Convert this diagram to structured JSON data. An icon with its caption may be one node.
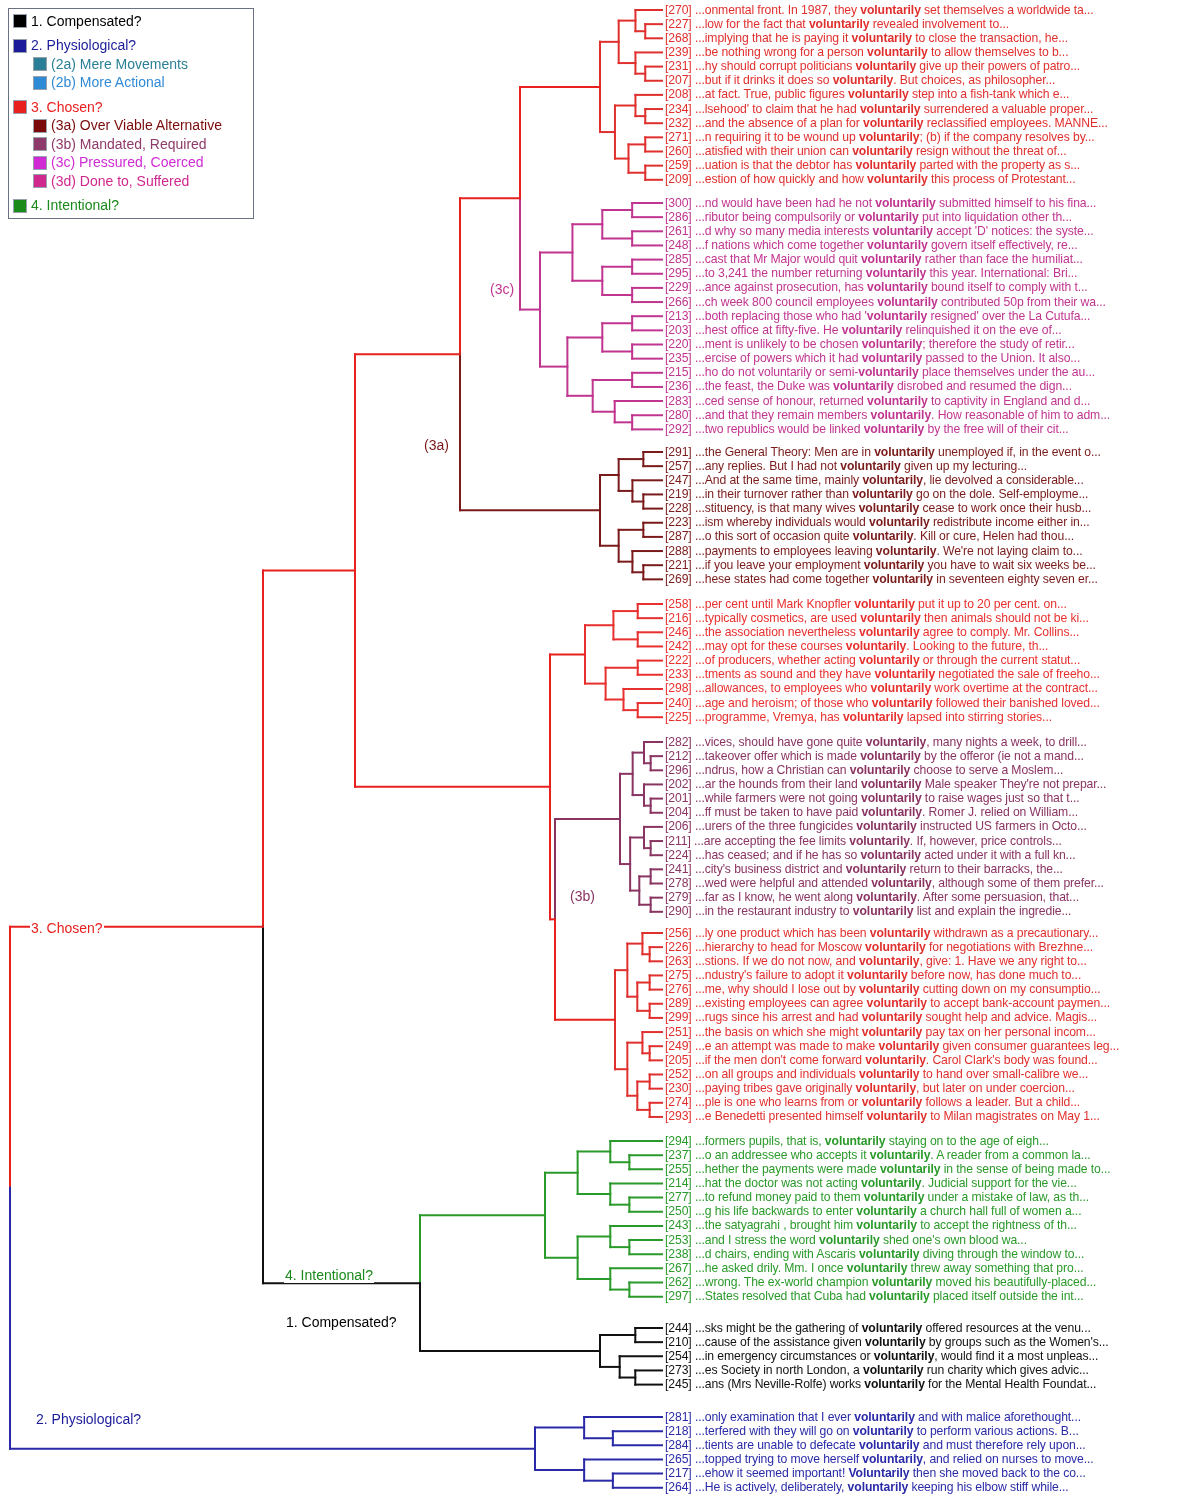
{
  "diagram": {
    "labels": [
      "(3c)",
      "(3a)",
      "3. Chosen?",
      "(3b)",
      "4. Intentional?",
      "1. Compensated?",
      "2. Physiological?",
      "[270] ...onmental front. In 1987, they **voluntarily** set themselves a worldwide ta...",
      "[227] ...low for the fact that **voluntarily** revealed involvement to...",
      "[268] ...implying that he is paying it **voluntarily** to close the transaction, he...",
      "[239] ...be nothing wrong for a person **voluntarily** to allow themselves to b...",
      "[231] ...hy should corrupt politicians **voluntarily** give up their powers of patro...",
      "[207] ...but if it drinks it does so **voluntarily**. But choices, as philosopher...",
      "[208] ...at fact. True, public figures **voluntarily** step into a fish-tank which e...",
      "[234] ...lsehood' to claim that he had **voluntarily** surrendered a valuable proper...",
      "[232] ...and the absence of a plan for **voluntarily** reclassified employees. MANNE...",
      "[271] ...n requiring it to be wound up **voluntarily**; (b) if the company resolves by...",
      "[260] ...atisfied with their union can **voluntarily** resign without the threat of...",
      "[259] ...uation is that the debtor has **voluntarily** parted with the property as s...",
      "[209] ...estion of how quickly and how **voluntarily** this process of Protestant...",
      "[300] ...nd would have been had he not **voluntarily** submitted himself to his fina...",
      "[286] ...ributor being compulsorily or **voluntarily** put into liquidation other th...",
      "[261] ...d why so many media interests **voluntarily** accept 'D' notices: the syste...",
      "[248] ...f nations which come together **voluntarily** govern itself effectively, re...",
      "[285] ...cast that Mr Major would quit **voluntarily** rather than face the humiliat...",
      "[295] ...to 3,241 the number returning **voluntarily** this year. International: Bri...",
      "[229] ...ance against prosecution, has **voluntarily** bound itself to comply with t...",
      "[266] ...ch week 800 council employees **voluntarily** contributed 50p from their wa...",
      "[213] ...both replacing those who had '**voluntarily** resigned' over the La Cutufa...",
      "[203] ...hest office at fifty-five. He **voluntarily** relinquished it on the eve of...",
      "[220] ...ment is unlikely to be chosen **voluntarily**; therefore the study of retir...",
      "[235] ...ercise of powers which it had **voluntarily** passed to the Union. It also...",
      "[215] ...ho do not voluntarily or semi-**voluntarily** place themselves under the au...",
      "[236] ...the feast, the Duke was **voluntarily** disrobed and resumed the dign...",
      "[283] ...ced sense of honour, returned **voluntarily** to captivity in England and d...",
      "[280] ...and that they remain members **voluntarily**. How reasonable of him to adm...",
      "[292] ...two republics would be linked **voluntarily** by the free will of their cit...",
      "[291] ...the General Theory: Men are in **voluntarily** unemployed if, in the event o...",
      "[257] ...any replies. But I had not **voluntarily** given up my lecturing...",
      "[247] ...And at the same time, mainly **voluntarily**, lie devolved a considerable...",
      "[219] ...in their turnover rather than **voluntarily** go on the dole. Self-employme...",
      "[228] ...stituency, is that many wives **voluntarily** cease to work once their husb...",
      "[223] ...ism whereby individuals would **voluntarily** redistribute income either in...",
      "[287] ...o this sort of occasion quite **voluntarily**. Kill or cure, Helen had thou...",
      "[288] ...payments to employees leaving **voluntarily**. We're not laying claim to...",
      "[221] ...if you leave your employment **voluntarily** you have to wait six weeks be...",
      "[269] ...hese states had come together **voluntarily** in seventeen eighty seven er...",
      "[258] ...per cent until Mark Knopfler **voluntarily** put it up to 20 per cent. on...",
      "[216] ...typically cosmetics, are used **voluntarily** then animals should not be ki...",
      "[246] ...the association nevertheless **voluntarily** agree to comply. Mr. Collins...",
      "[242] ...may opt for these courses **voluntarily**. Looking to the future, th...",
      "[222] ...of producers, whether acting **voluntarily** or through the current statut...",
      "[233] ...tments as sound and they have **voluntarily** negotiated the sale of freeho...",
      "[298] ...allowances, to employees who **voluntarily** work overtime at the contract...",
      "[240] ...age and heroism; of those who **voluntarily** followed their banished loved...",
      "[225] ...programme, Vremya, has **voluntarily** lapsed into stirring stories...",
      "[282] ...vices, should have gone quite **voluntarily**, many nights a week, to drill...",
      "[212] ...takeover offer which is made **voluntarily** by the offeror (ie not a mand...",
      "[296] ...ndrus, how a Christian can **voluntarily** choose to serve a Moslem...",
      "[202] ...ar the hounds from their land **voluntarily** Male speaker They're not prepar...",
      "[201] ...while farmers were not going **voluntarily** to raise wages just so that t...",
      "[204] ...ff must be taken to have paid **voluntarily**. Romer J. relied on William...",
      "[206] ...urers of the three fungicides **voluntarily** instructed US farmers in Octo...",
      "[211] ...are accepting the fee limits **voluntarily**. If, however, price controls...",
      "[224] ...has ceased; and if he has so **voluntarily** acted under it with a full kn...",
      "[241] ...city's business district and **voluntarily** return to their barracks, the...",
      "[278] ...wed were helpful and attended **voluntarily**, although some of them prefer...",
      "[279] ...far as I know, he went along **voluntarily**. After some persuasion, that...",
      "[290] ...in the restaurant industry to **voluntarily** list and explain the ingredie...",
      "[256] ...ly one product which has been **voluntarily** withdrawn as a precautionary...",
      "[226] ...hierarchy to head for Moscow **voluntarily** for negotiations with Brezhne...",
      "[263] ...stions. If we do not now, and **voluntarily**, give: 1. Have we any right to...",
      "[275] ...ndustry's failure to adopt it **voluntarily** before now, has done much to...",
      "[276] ...me, why should I lose out by **voluntarily** cutting down on my consumptio...",
      "[289] ...existing employees can agree **voluntarily** to accept bank-account paymen...",
      "[299] ...rugs since his arrest and had **voluntarily** sought help and advice. Magis...",
      "[251] ...the basis on which she might **voluntarily** pay tax on her personal incom...",
      "[249] ...e an attempt was made to make **voluntarily** given consumer guarantees leg...",
      "[205] ...if the men don't come forward **voluntarily**. Carol Clark's body was found...",
      "[252] ...on all groups and individuals **voluntarily** to hand over small-calibre we...",
      "[230] ...paying tribes gave originally **voluntarily**, but later on under  coercion...",
      "[274] ...ple is one who learns from or **voluntarily** follows a leader. But a child...",
      "[293] ...e Benedetti presented himself **voluntarily** to Milan magistrates on May 1...",
      "[294] ...formers pupils, that is, **voluntarily** staying on to the age of eigh...",
      "[237] ...o an addressee who accepts it **voluntarily**. A reader from a common la...",
      "[255] ...hether the payments were made **voluntarily** in the sense of being made to...",
      "[214] ...hat the doctor was not acting **voluntarily**. Judicial support for the vie...",
      "[277] ...to refund money paid to them **voluntarily** under a mistake of law, as th...",
      "[250] ...g his life backwards to enter **voluntarily** a church hall full of women a...",
      "[243] ...the satyagrahi , brought him **voluntarily** to accept the rightness of th...",
      "[253] ...and I stress the word **voluntarily** shed one's own blood wa...",
      "[238] ...d chairs, ending with Ascaris **voluntarily** diving through the window to...",
      "[267] ...he asked drily. Mm. I once **voluntarily** threw away something that pro...",
      "[262] ...wrong. The ex-world champion **voluntarily** moved his beautifully-placed...",
      "[297] ...States resolved that Cuba had **voluntarily** placed itself outside the int...",
      "[244] ...sks might be the gathering of **voluntarily** offered resources at the venu...",
      "[210] ...cause of the assistance given **voluntarily** by groups such as the Women's...",
      "[254] ...in emergency circumstances or **voluntarily**, would find it a most unpleas...",
      "[273] ...es Society in north London, a **voluntarily** run charity which gives advic...",
      "[245] ...ans (Mrs Neville-Rolfe) works **voluntarily** for the Mental Health Foundat...",
      "[281] ...only examination that I ever **voluntarily** and with malice aforethought...",
      "[218] ...terfered with they will go on **voluntarily** to perform various actions. B...",
      "[284] ...tients are unable to defecate **voluntarily** and must therefore rely upon...",
      "[265] ...topped trying to move herself **voluntarily**, and relied on nurses to move...",
      "[217] ...ehow it seemed important! **Voluntarily** then she moved back to the co...",
      "[264] ...He is actively, deliberately, **voluntarily** keeping his elbow stiff while..."
    ],
    "legend": [
      {
        "text": "1. Compensated?",
        "color": "#000000"
      },
      {
        "text": "2. Physiological?",
        "color": "#1c1c9a"
      },
      {
        "text": "(2a) Mere Movements",
        "color": "#2a7f96"
      },
      {
        "text": "(2b) More Actional",
        "color": "#2f8ad6"
      },
      {
        "text": "3. Chosen?",
        "color": "#e8201e"
      },
      {
        "text": "(3a) Over Viable Alternative",
        "color": "#7a0a0a"
      },
      {
        "text": "(3b) Mandated, Required",
        "color": "#8e3a6a"
      },
      {
        "text": "(3c) Pressured, Coerced",
        "color": "#d02ad4"
      },
      {
        "text": "(3d) Done to, Suffered",
        "color": "#d0288c"
      },
      {
        "text": "4. Intentional?",
        "color": "#1a8a1a"
      }
    ]
  }
}
